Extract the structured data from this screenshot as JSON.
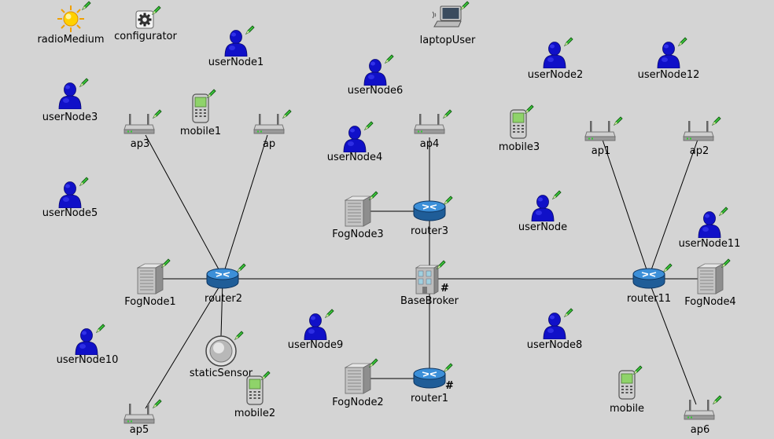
{
  "nodes": {
    "radioMedium": "radioMedium",
    "configurator": "configurator",
    "userNode1": "userNode1",
    "laptopUser": "laptopUser",
    "userNode2": "userNode2",
    "userNode12": "userNode12",
    "userNode3": "userNode3",
    "userNode6": "userNode6",
    "ap3": "ap3",
    "mobile1": "mobile1",
    "ap": "ap",
    "userNode4": "userNode4",
    "ap4": "ap4",
    "mobile3": "mobile3",
    "ap1": "ap1",
    "ap2": "ap2",
    "userNode5": "userNode5",
    "FogNode3": "FogNode3",
    "router3": "router3",
    "userNode": "userNode",
    "userNode11": "userNode11",
    "FogNode1": "FogNode1",
    "router2": "router2",
    "BaseBroker": "BaseBroker",
    "router11": "router11",
    "FogNode4": "FogNode4",
    "userNode10": "userNode10",
    "userNode9": "userNode9",
    "userNode8": "userNode8",
    "staticSensor": "staticSensor",
    "FogNode2": "FogNode2",
    "router1": "router1",
    "mobile2": "mobile2",
    "mobile": "mobile",
    "ap5": "ap5",
    "ap6": "ap6"
  },
  "markers": {
    "baseBroker": "#",
    "router1": "#"
  }
}
